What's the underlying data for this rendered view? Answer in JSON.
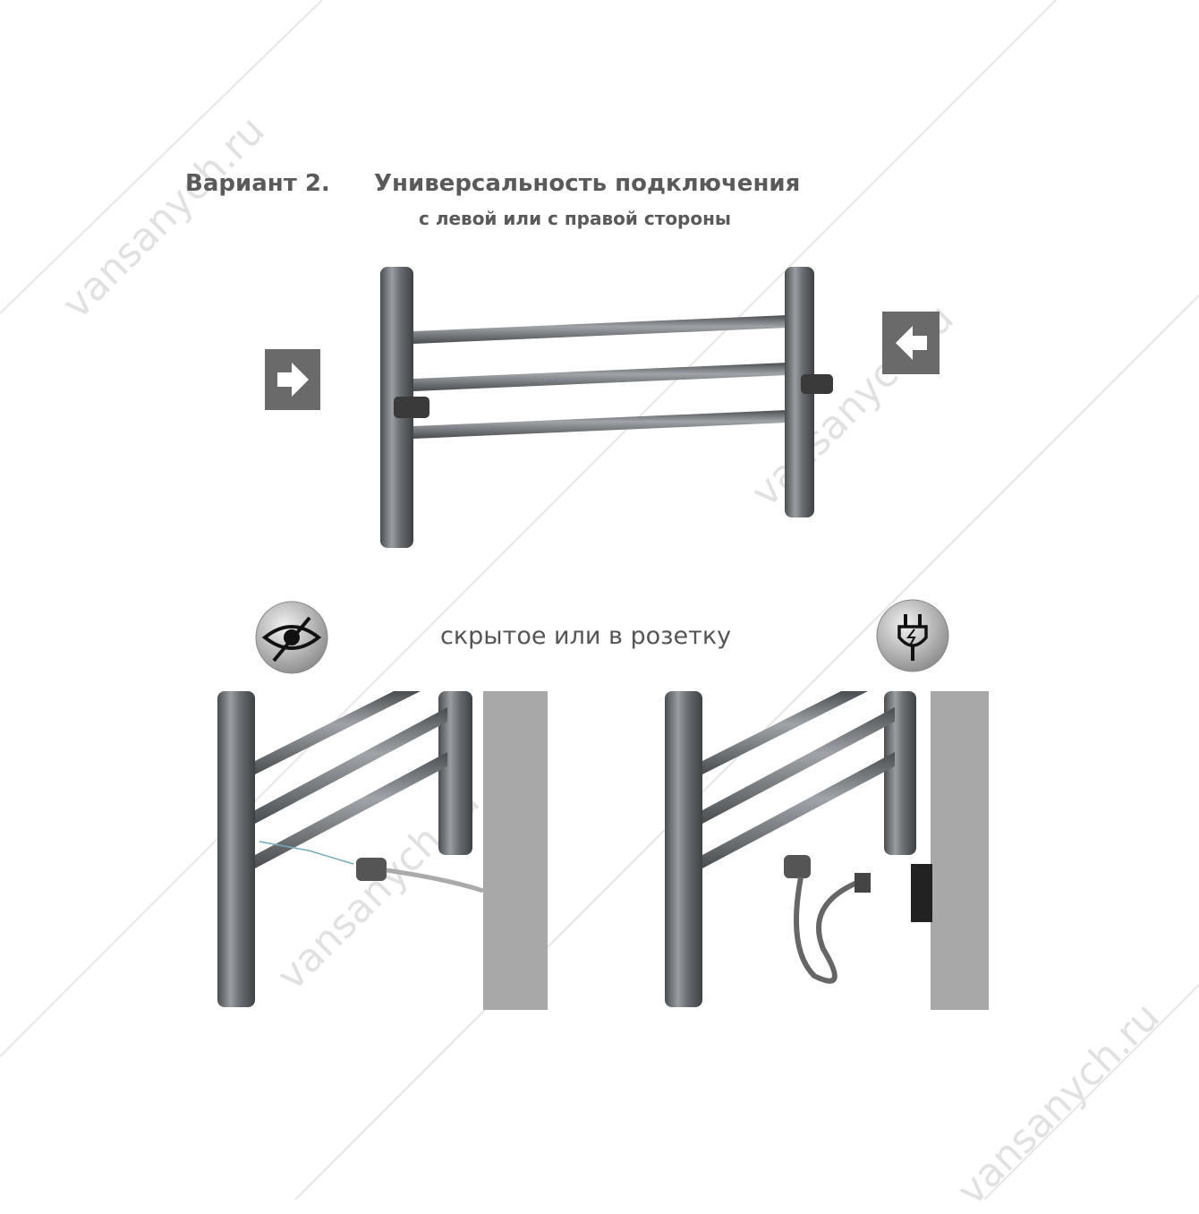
{
  "header": {
    "variant": "Вариант 2.",
    "title": "Универсальность подключения",
    "subtitle": "с левой или с правой стороны"
  },
  "bottom": {
    "caption": "скрытое или в розетку",
    "left_icon": "hidden-eye-icon",
    "right_icon": "plug-icon"
  },
  "arrows": {
    "left": "arrow-right-icon",
    "right": "arrow-left-icon"
  },
  "watermark": "vansanych.ru",
  "colors": {
    "text": "#5a5a5a",
    "metal": "#6e7276",
    "wall": "#a8a8a8",
    "arrow_box": "#6a6a6a"
  }
}
